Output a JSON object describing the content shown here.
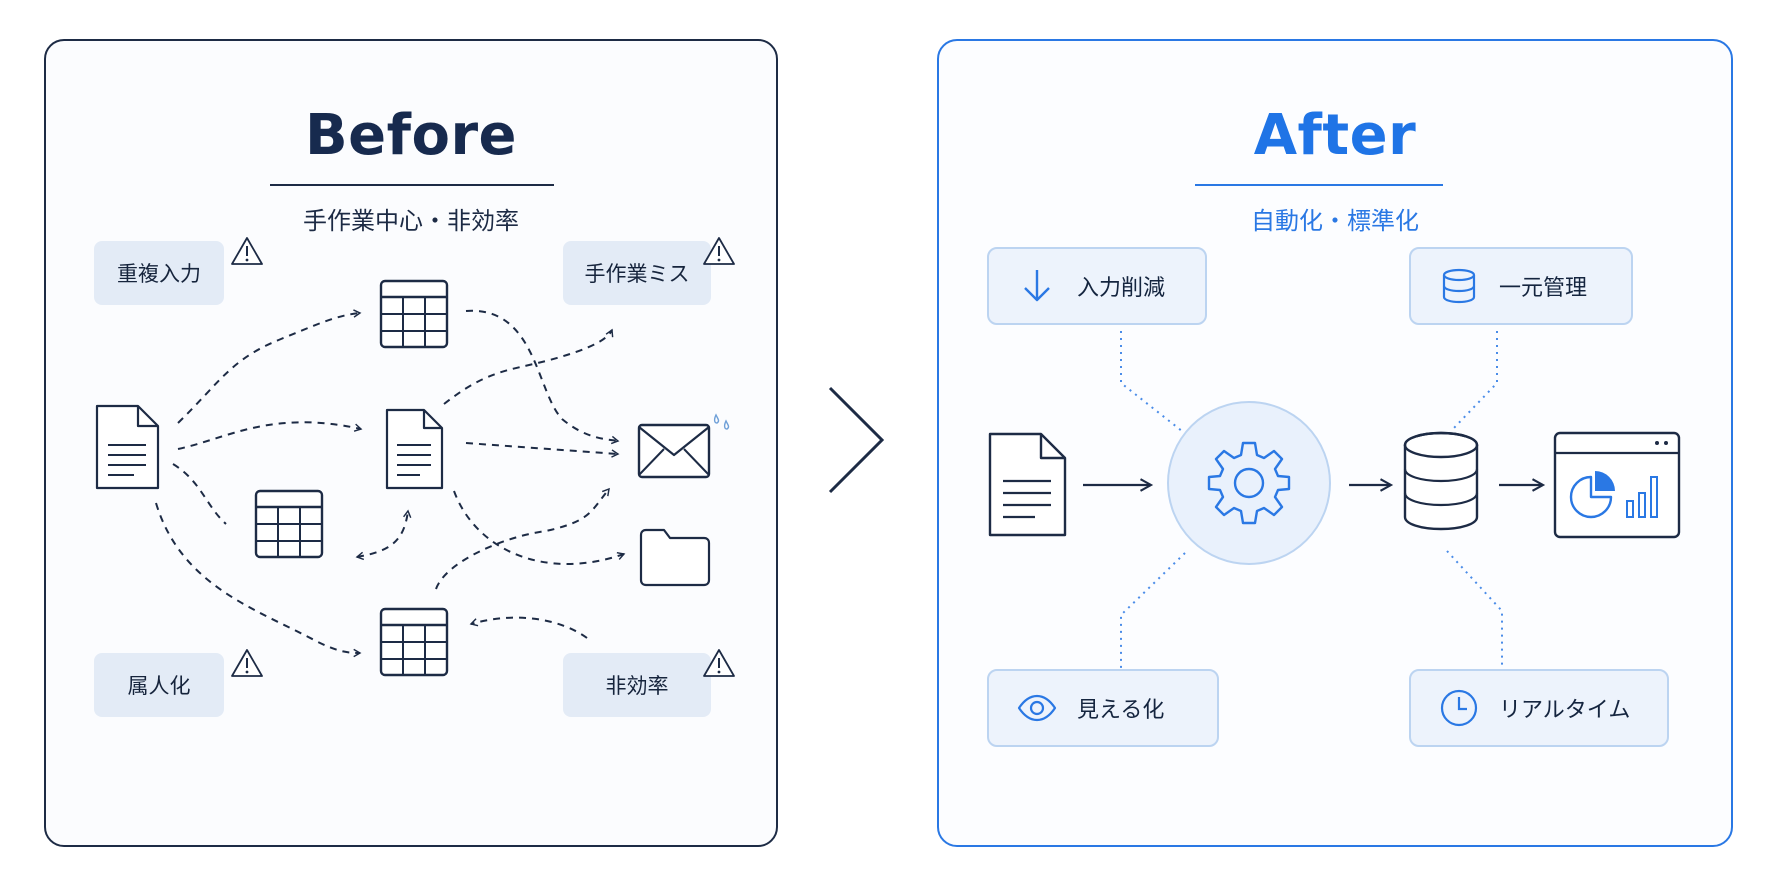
{
  "before": {
    "title": "Before",
    "subtitle": "手作業中心・非効率",
    "tags": {
      "duplicate_input": "重複入力",
      "manual_errors": "手作業ミス",
      "individual_dependency": "属人化",
      "inefficiency": "非効率"
    }
  },
  "after": {
    "title": "After",
    "subtitle": "自動化・標準化",
    "chips": {
      "input_reduction": "入力削減",
      "centralized_management": "一元管理",
      "visualization": "見える化",
      "realtime": "リアルタイム"
    }
  },
  "colors": {
    "before_navy": "#1d2b45",
    "after_blue": "#2a78e4",
    "tag_bg": "#e3ebf6",
    "chip_bg": "#edf3fc"
  },
  "icons": [
    "document-icon",
    "spreadsheet-icon",
    "mail-icon",
    "folder-icon",
    "warning-icon",
    "gear-icon",
    "database-icon",
    "dashboard-icon",
    "eye-icon",
    "clock-icon",
    "arrow-down-icon",
    "chevron-right-icon"
  ]
}
